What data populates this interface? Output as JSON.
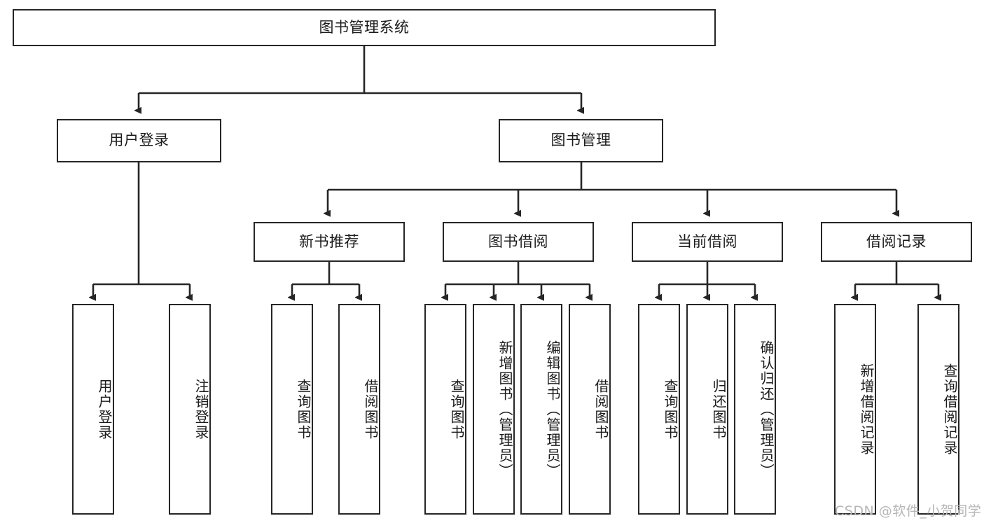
{
  "diagram": {
    "title": "图书管理系统",
    "type": "tree-hierarchy-diagram",
    "root": {
      "label": "图书管理系统"
    },
    "level2": [
      {
        "label": "用户登录"
      },
      {
        "label": "图书管理"
      }
    ],
    "level3": [
      {
        "label": "新书推荐"
      },
      {
        "label": "图书借阅"
      },
      {
        "label": "当前借阅"
      },
      {
        "label": "借阅记录"
      }
    ],
    "leaves": {
      "user_login": [
        {
          "label": "用户登录"
        },
        {
          "label": "注销登录"
        }
      ],
      "new_book_recommend": [
        {
          "label": "查询图书"
        },
        {
          "label": "借阅图书"
        }
      ],
      "book_borrow": [
        {
          "label": "查询图书"
        },
        {
          "label": "新增图书（管理员）"
        },
        {
          "label": "编辑图书（管理员）"
        },
        {
          "label": "借阅图书"
        }
      ],
      "current_borrow": [
        {
          "label": "查询图书"
        },
        {
          "label": "归还图书"
        },
        {
          "label": "确认归还（管理员）"
        }
      ],
      "borrow_records": [
        {
          "label": "新增借阅记录"
        },
        {
          "label": "查询借阅记录"
        }
      ]
    }
  },
  "watermark": {
    "text": "CSDN @软件_小贺同学"
  },
  "colors": {
    "stroke": "#262626",
    "background": "#ffffff",
    "text": "#1b1b1b",
    "watermark": "#b6b6b6"
  }
}
